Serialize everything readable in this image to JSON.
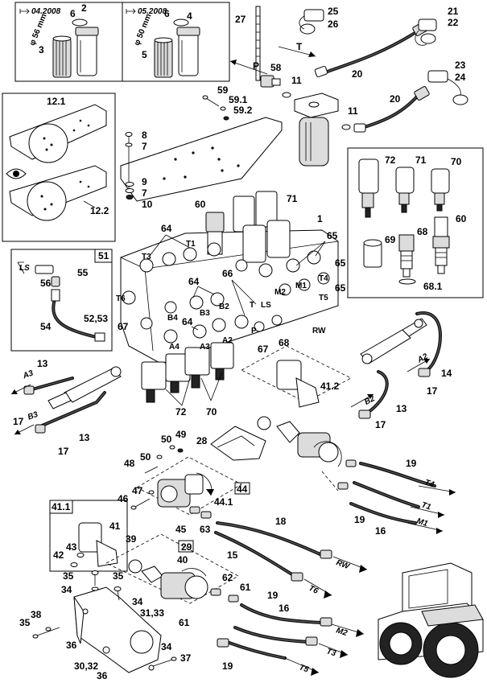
{
  "header": {
    "date_before": "04.2008",
    "date_after": "05.2008",
    "dia_small": "φ 56 mm",
    "dia_large": "φ 50 mm"
  },
  "ports": {
    "P": "P",
    "T": "T",
    "LS": "LS",
    "RW": "RW",
    "A2": "A2",
    "A3": "A3",
    "A4": "A4",
    "B2": "B2",
    "B3": "B3",
    "B4": "B4",
    "T1": "T1",
    "T3": "T3",
    "T4": "T4",
    "T5": "T5",
    "T6": "T6",
    "M1": "M1",
    "M2": "M2"
  },
  "callouts": {
    "c1": "1",
    "c2": "2",
    "c3": "3",
    "c4": "4",
    "c5": "5",
    "c6a": "6",
    "c6b": "6",
    "c7a": "7",
    "c7b": "7",
    "c8": "8",
    "c9": "9",
    "c10": "10",
    "c11a": "11",
    "c11b": "11",
    "c12_1": "12.1",
    "c12_2": "12.2",
    "c13a": "13",
    "c13b": "13",
    "c13c": "13",
    "c14": "14",
    "c15": "15",
    "c16a": "16",
    "c16b": "16",
    "c17a": "17",
    "c17b": "17",
    "c17c": "17",
    "c17d": "17",
    "c18": "18",
    "c19a": "19",
    "c19b": "19",
    "c19c": "19",
    "c19d": "19",
    "c20a": "20",
    "c20b": "20",
    "c21": "21",
    "c22": "22",
    "c23": "23",
    "c24": "24",
    "c25": "25",
    "c26": "26",
    "c27": "27",
    "c28": "28",
    "c29": "29",
    "c30_32": "30,32",
    "c31_33": "31,33",
    "c34a": "34",
    "c34b": "34",
    "c34c": "34",
    "c35a": "35",
    "c35b": "35",
    "c35c": "35",
    "c36a": "36",
    "c36b": "36",
    "c37": "37",
    "c38": "38",
    "c39": "39",
    "c40": "40",
    "c41": "41",
    "c41_1": "41.1",
    "c41_2": "41.2",
    "c42": "42",
    "c43": "43",
    "c44a": "44",
    "c44_1": "44.1",
    "c45": "45",
    "c46": "46",
    "c47": "47",
    "c48": "48",
    "c49": "49",
    "c50a": "50",
    "c50b": "50",
    "c51": "51",
    "c52_53": "52,53",
    "c54": "54",
    "c55": "55",
    "c56": "56",
    "c58": "58",
    "c59": "59",
    "c59_1": "59.1",
    "c59_2": "59.2",
    "c60a": "60",
    "c60b": "60",
    "c61a": "61",
    "c61b": "61",
    "c62": "62",
    "c63": "63",
    "c64a": "64",
    "c64b": "64",
    "c64c": "64",
    "c65a": "65",
    "c65b": "65",
    "c65c": "65",
    "c66": "66",
    "c67a": "67",
    "c67b": "67",
    "c68a": "68",
    "c68b": "68",
    "c68_1": "68.1",
    "c69": "69",
    "c70a": "70",
    "c70b": "70",
    "c71a": "71",
    "c71b": "71",
    "c72a": "72",
    "c72b": "72"
  }
}
